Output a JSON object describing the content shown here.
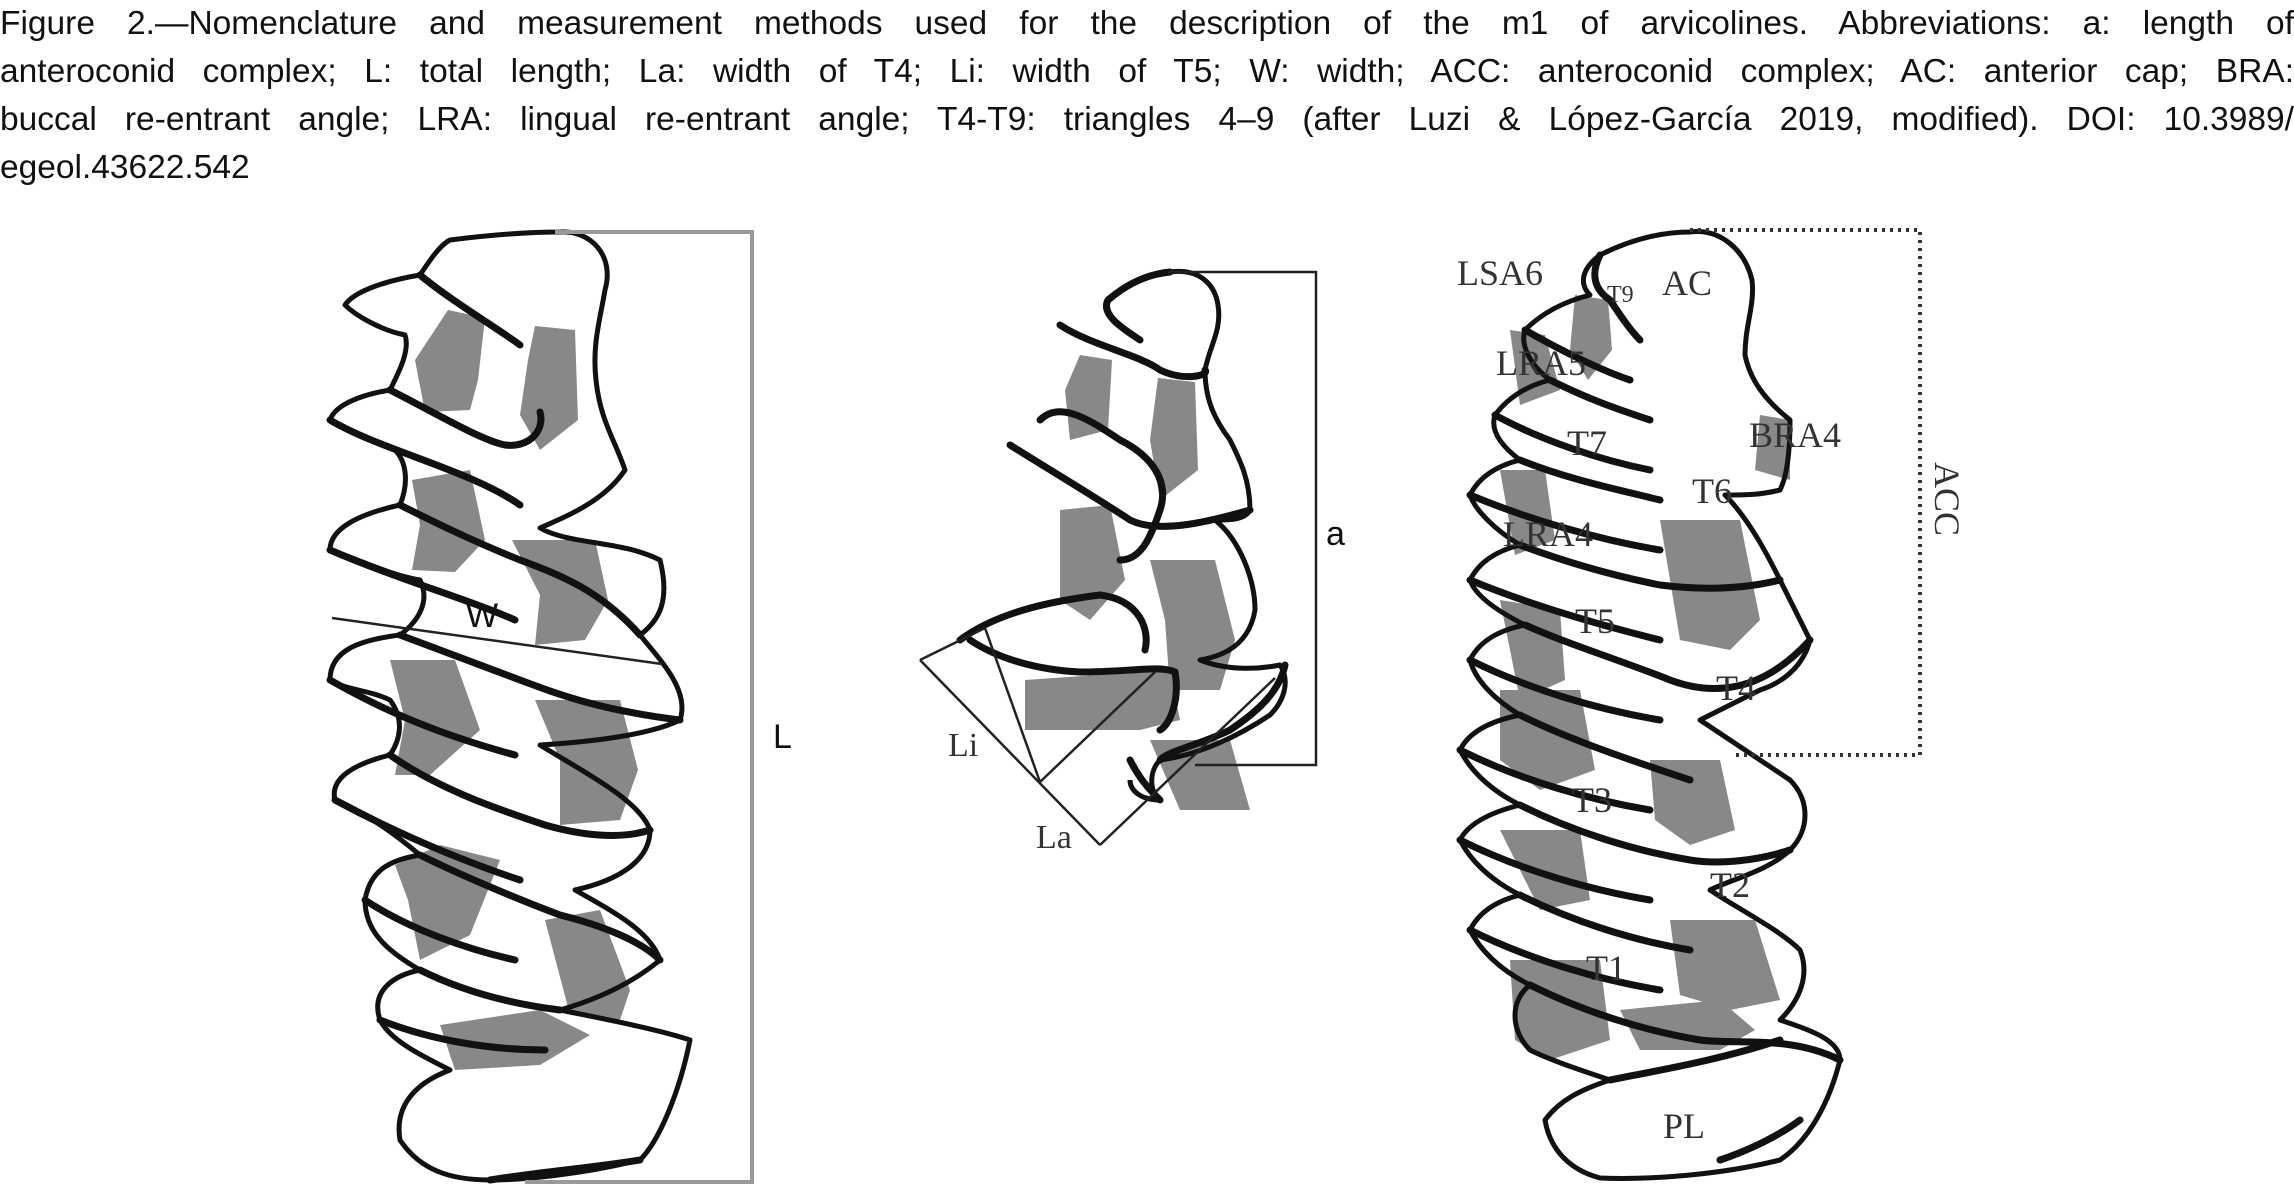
{
  "caption": {
    "line1": "Figure 2.—Nomenclature and measurement methods used for the description of the m1 of arvicolines. Abbreviations: a: length of",
    "line2": "anteroconid complex; L: total length; La: width of T4; Li: width of T5; W: width; ACC: anteroconid complex; AC: anterior cap; BRA:",
    "line3": "buccal re-entrant angle; LRA: lingual re-entrant angle; T4-T9: triangles 4–9 (after Luzi & López-García 2019, modified). DOI: 10.3989/",
    "line4": "egeol.43622.542"
  },
  "panel_left": {
    "length_label": "L",
    "width_label": "W"
  },
  "panel_middle": {
    "a_label": "a",
    "li_label": "Li",
    "la_label": "La"
  },
  "panel_right": {
    "lsa6": "LSA6",
    "t9": "T9",
    "ac": "AC",
    "lra5": "LRA5",
    "t7": "T7",
    "bra4": "BRA4",
    "t6": "T6",
    "lra4": "LRA4",
    "acc": "ACC",
    "t5": "T5",
    "t4": "T4",
    "t3": "T3",
    "t2": "T2",
    "t1": "T1",
    "pl": "PL"
  },
  "colors": {
    "enamel": "#111111",
    "dentine_fill": "#888888",
    "measure_line": "#222222"
  }
}
